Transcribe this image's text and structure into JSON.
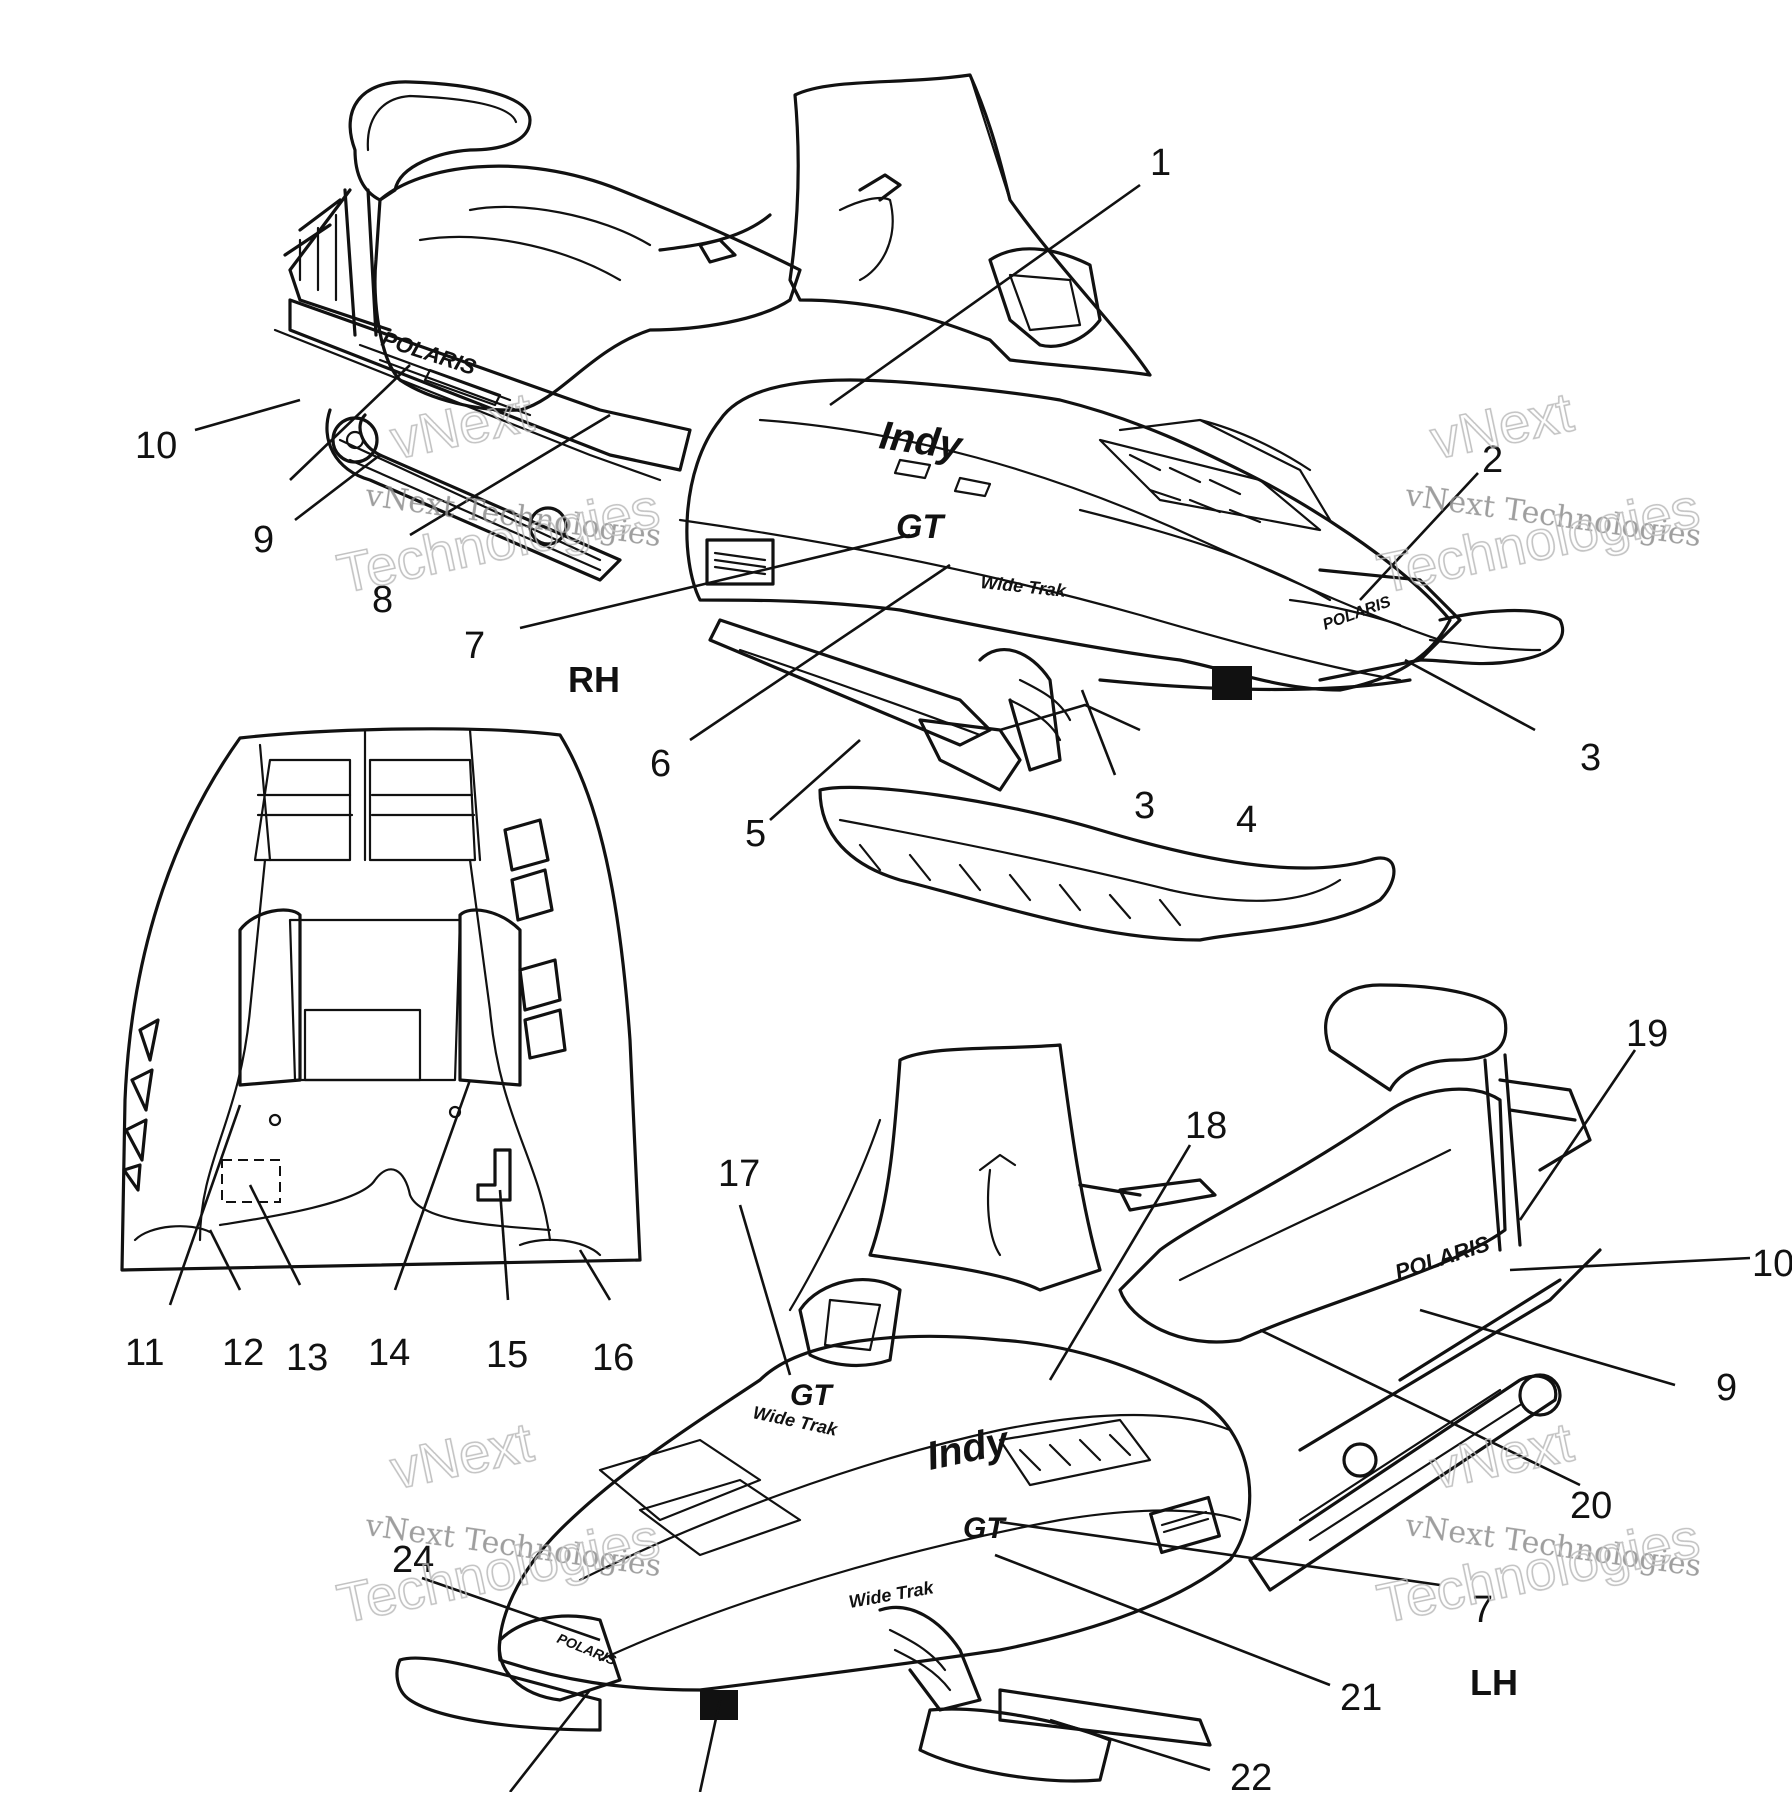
{
  "views": {
    "rh": {
      "label": "RH"
    },
    "lh": {
      "label": "LH"
    }
  },
  "decals": {
    "rh_indy": "Indy",
    "rh_gt": "GT",
    "rh_widetrak": "Wide Trak",
    "rh_polaris_side": "POLARIS",
    "rh_polaris_nose": "POLARIS",
    "lh_indy": "Indy",
    "lh_gt_side": "GT",
    "lh_gt_hood": "GT",
    "lh_widetrak_side": "Wide Trak",
    "lh_widetrak_hood": "Wide Trak",
    "lh_polaris_side": "POLARIS",
    "lh_polaris_nose": "POLARIS"
  },
  "callouts": {
    "c1": "1",
    "c2": "2",
    "c3a": "3",
    "c3b": "3",
    "c4": "4",
    "c5": "5",
    "c6": "6",
    "c7a": "7",
    "c8": "8",
    "c9a": "9",
    "c10a": "10",
    "c11": "11",
    "c12": "12",
    "c13": "13",
    "c14": "14",
    "c15": "15",
    "c16": "16",
    "c17": "17",
    "c18": "18",
    "c19": "19",
    "c10b": "10",
    "c9b": "9",
    "c20": "20",
    "c7b": "7",
    "c21": "21",
    "c22": "22",
    "c24": "24"
  },
  "watermarks": {
    "w1_top": "vNext",
    "w1_mid": "vNext Technologies",
    "w1_big": "Technologies",
    "w2_top": "vNext",
    "w2_mid": "vNext Technologies",
    "w2_big": "Technologies",
    "w3_top": "vNext",
    "w3_mid": "vNext Technologies",
    "w3_big": "Technologies",
    "w4_top": "vNext",
    "w4_mid": "vNext Technologies",
    "w4_big": "Technologies"
  }
}
